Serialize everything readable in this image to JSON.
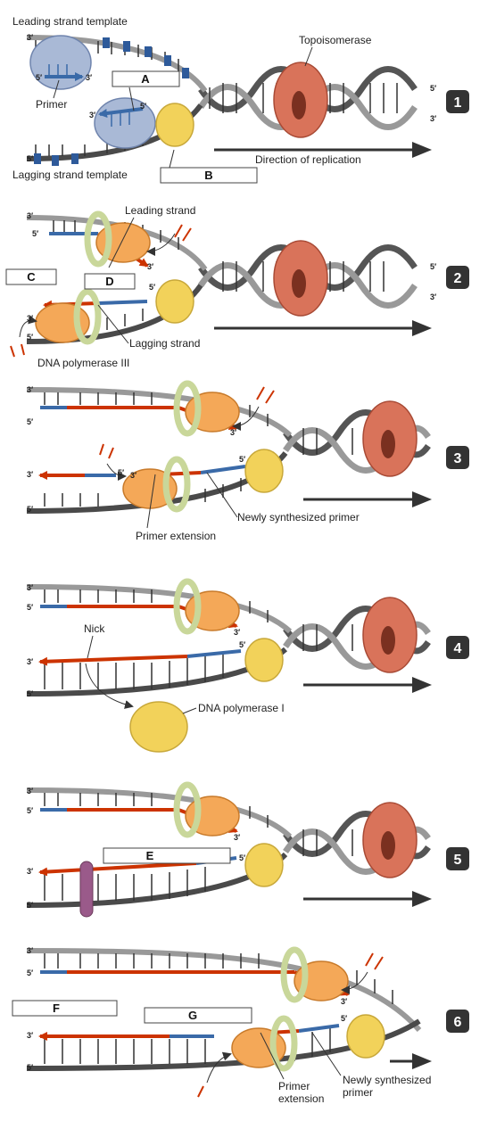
{
  "colors": {
    "template_strand": "#8c8c8c",
    "lagging_template": "#4a4a4a",
    "new_strand": "#cc3300",
    "primer": "#3a6aa8",
    "helicase": "#a9b9d6",
    "topoisomerase": "#d9735a",
    "clamp_loader_yellow": "#f2d25a",
    "polymerase_orange": "#f4a858",
    "sliding_clamp": "#c9d79a",
    "ligase": "#9a5a8a",
    "step_badge": "#333333"
  },
  "panels": [
    {
      "step": "1",
      "labels": {
        "leading_template": "Leading strand template",
        "lagging_template": "Lagging strand template",
        "primer": "Primer",
        "topoisomerase": "Topoisomerase",
        "direction": "Direction of replication",
        "box_a": "A",
        "box_b": "B"
      }
    },
    {
      "step": "2",
      "labels": {
        "leading_strand": "Leading strand",
        "lagging_strand": "Lagging strand",
        "dna_pol3": "DNA polymerase III",
        "box_c": "C",
        "box_d": "D"
      }
    },
    {
      "step": "3",
      "labels": {
        "newly_primer": "Newly synthesized primer",
        "primer_extension": "Primer extension"
      }
    },
    {
      "step": "4",
      "labels": {
        "nick": "Nick",
        "dna_pol1": "DNA polymerase I"
      }
    },
    {
      "step": "5",
      "labels": {
        "box_e": "E"
      }
    },
    {
      "step": "6",
      "labels": {
        "box_f": "F",
        "box_g": "G",
        "primer_extension_l1": "Primer",
        "primer_extension_l2": "extension",
        "newly_primer_l1": "Newly synthesized",
        "newly_primer_l2": "primer"
      }
    }
  ],
  "end_labels": {
    "three": "3′",
    "five": "5′"
  }
}
